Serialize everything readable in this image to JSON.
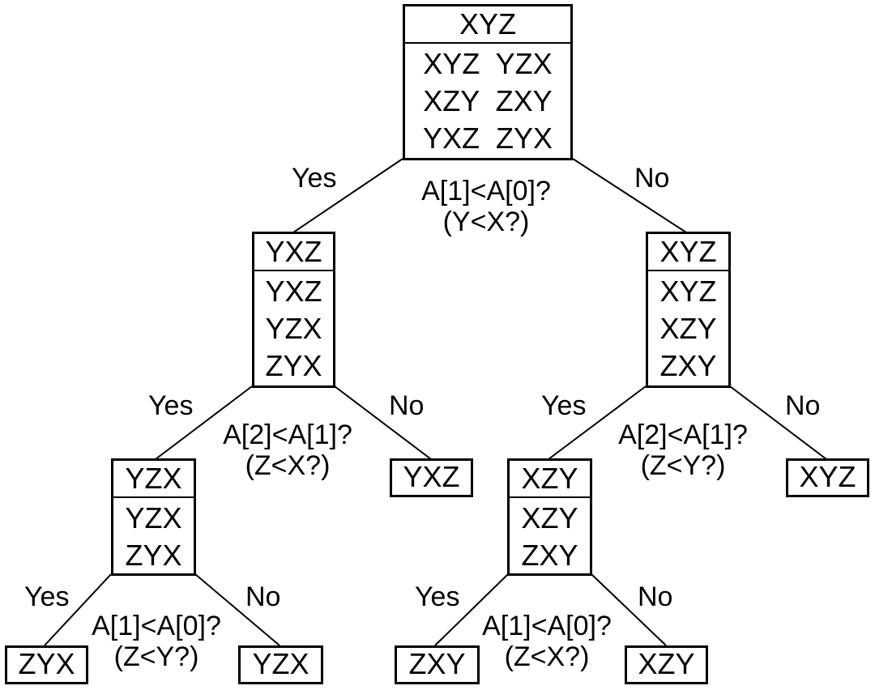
{
  "nodes": {
    "root": {
      "header": "XYZ",
      "rows": [
        "XYZ  YZX",
        "XZY  ZXY",
        "YXZ  ZYX"
      ]
    },
    "left": {
      "header": "YXZ",
      "rows": [
        "YXZ",
        "YZX",
        "ZYX"
      ]
    },
    "right": {
      "header": "XYZ",
      "rows": [
        "XYZ",
        "XZY",
        "ZXY"
      ]
    },
    "left_left": {
      "header": "YZX",
      "rows": [
        "YZX",
        "ZYX"
      ]
    },
    "right_left": {
      "header": "XZY",
      "rows": [
        "XZY",
        "ZXY"
      ]
    }
  },
  "leaves": {
    "left_right": "YXZ",
    "right_right": "XYZ",
    "ll_left": "ZYX",
    "ll_right": "YZX",
    "rl_left": "ZXY",
    "rl_right": "XZY"
  },
  "questions": {
    "root": {
      "line1": "A[1]<A[0]?",
      "line2": "(Y<X?)"
    },
    "left": {
      "line1": "A[2]<A[1]?",
      "line2": "(Z<X?)"
    },
    "right": {
      "line1": "A[2]<A[1]?",
      "line2": "(Z<Y?)"
    },
    "left_left": {
      "line1": "A[1]<A[0]?",
      "line2": "(Z<Y?)"
    },
    "right_left": {
      "line1": "A[1]<A[0]?",
      "line2": "(Z<X?)"
    }
  },
  "edge_labels": {
    "yes": "Yes",
    "no": "No"
  }
}
